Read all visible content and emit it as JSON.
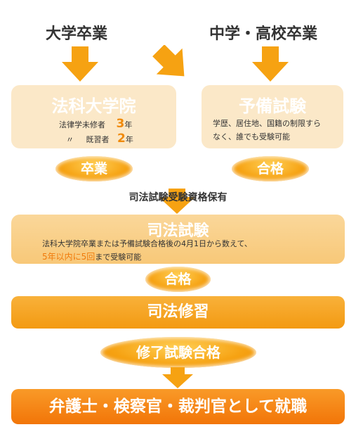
{
  "top": {
    "left_label": "大学卒業",
    "right_label": "中学・高校卒業"
  },
  "law_school": {
    "title": "法科大学院",
    "row1_label": "法律学未修者",
    "row1_years": "3",
    "row1_unit": "年",
    "row2_mark": "〃",
    "row2_label": "既習者",
    "row2_years": "2",
    "row2_unit": "年"
  },
  "prelim": {
    "title": "予備試験",
    "desc_line1": "学歴、居住地、国籍の制限すら",
    "desc_line2": "なく、誰でも受験可能"
  },
  "pills": {
    "graduate": "卒業",
    "pass_prelim": "合格",
    "pass_bar": "合格",
    "complete": "修了試験合格"
  },
  "qualification": "司法試験受験資格保有",
  "bar_exam": {
    "title": "司法試験",
    "desc_line1": "法科大学院卒業または予備試験合格後の4月1日から数えて、",
    "highlight": "5年以内に5回",
    "desc_line2_rest": "まで受験可能"
  },
  "training": {
    "title": "司法修習"
  },
  "career": {
    "title": "弁護士・検察官・裁判官として就職"
  },
  "colors": {
    "orange": "#f6a212",
    "dark_orange": "#f08a0a",
    "pale": "#fbe8c8",
    "text": "#333333"
  }
}
